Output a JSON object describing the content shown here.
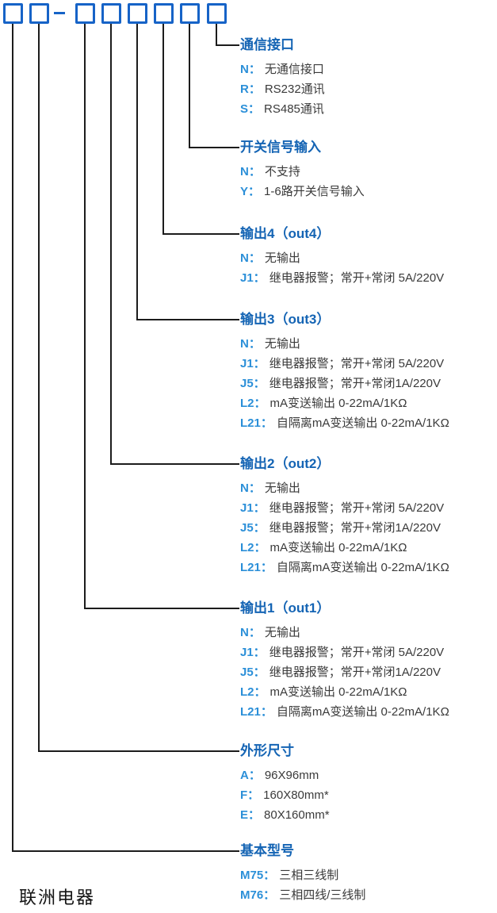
{
  "brand": "联洲电器",
  "model_code": {
    "box_count": 8,
    "separator": "-"
  },
  "colors": {
    "box_border": "#1663c7",
    "section_title": "#1464b4",
    "option_code": "#2b8fd8",
    "option_text": "#3a3a3a",
    "connector_line": "#1c1c1c"
  },
  "sections": [
    {
      "title": "通信接口",
      "items": [
        {
          "code": "N：",
          "label": "无通信接口"
        },
        {
          "code": "R：",
          "label": "RS232通讯"
        },
        {
          "code": "S：",
          "label": "RS485通讯"
        }
      ]
    },
    {
      "title": "开关信号输入",
      "items": [
        {
          "code": "N：",
          "label": "不支持"
        },
        {
          "code": "Y：",
          "label": "1-6路开关信号输入"
        }
      ]
    },
    {
      "title": "输出4（out4）",
      "items": [
        {
          "code": "N：",
          "label": "无输出"
        },
        {
          "code": "J1：",
          "label": "继电器报警；常开+常闭 5A/220V"
        }
      ]
    },
    {
      "title": "输出3（out3）",
      "items": [
        {
          "code": "N：",
          "label": "无输出"
        },
        {
          "code": "J1：",
          "label": "继电器报警；常开+常闭 5A/220V"
        },
        {
          "code": "J5：",
          "label": "继电器报警；常开+常闭1A/220V"
        },
        {
          "code": "L2：",
          "label": "mA变送输出 0-22mA/1KΩ"
        },
        {
          "code": "L21：",
          "label": "自隔离mA变送输出 0-22mA/1KΩ"
        }
      ]
    },
    {
      "title": "输出2（out2）",
      "items": [
        {
          "code": "N：",
          "label": "无输出"
        },
        {
          "code": "J1：",
          "label": "继电器报警；常开+常闭 5A/220V"
        },
        {
          "code": "J5：",
          "label": "继电器报警；常开+常闭1A/220V"
        },
        {
          "code": "L2：",
          "label": "mA变送输出 0-22mA/1KΩ"
        },
        {
          "code": "L21：",
          "label": "自隔离mA变送输出 0-22mA/1KΩ"
        }
      ]
    },
    {
      "title": "输出1（out1）",
      "items": [
        {
          "code": "N：",
          "label": "无输出"
        },
        {
          "code": "J1：",
          "label": "继电器报警；常开+常闭 5A/220V"
        },
        {
          "code": "J5：",
          "label": "继电器报警；常开+常闭1A/220V"
        },
        {
          "code": "L2：",
          "label": "mA变送输出 0-22mA/1KΩ"
        },
        {
          "code": "L21：",
          "label": "自隔离mA变送输出 0-22mA/1KΩ"
        }
      ]
    },
    {
      "title": "外形尺寸",
      "items": [
        {
          "code": "A：",
          "label": "96X96mm"
        },
        {
          "code": "F：",
          "label": "160X80mm*"
        },
        {
          "code": "E：",
          "label": "80X160mm*"
        }
      ]
    },
    {
      "title": "基本型号",
      "items": [
        {
          "code": "M75：",
          "label": "三相三线制"
        },
        {
          "code": "M76：",
          "label": "三相四线/三线制"
        }
      ]
    }
  ]
}
